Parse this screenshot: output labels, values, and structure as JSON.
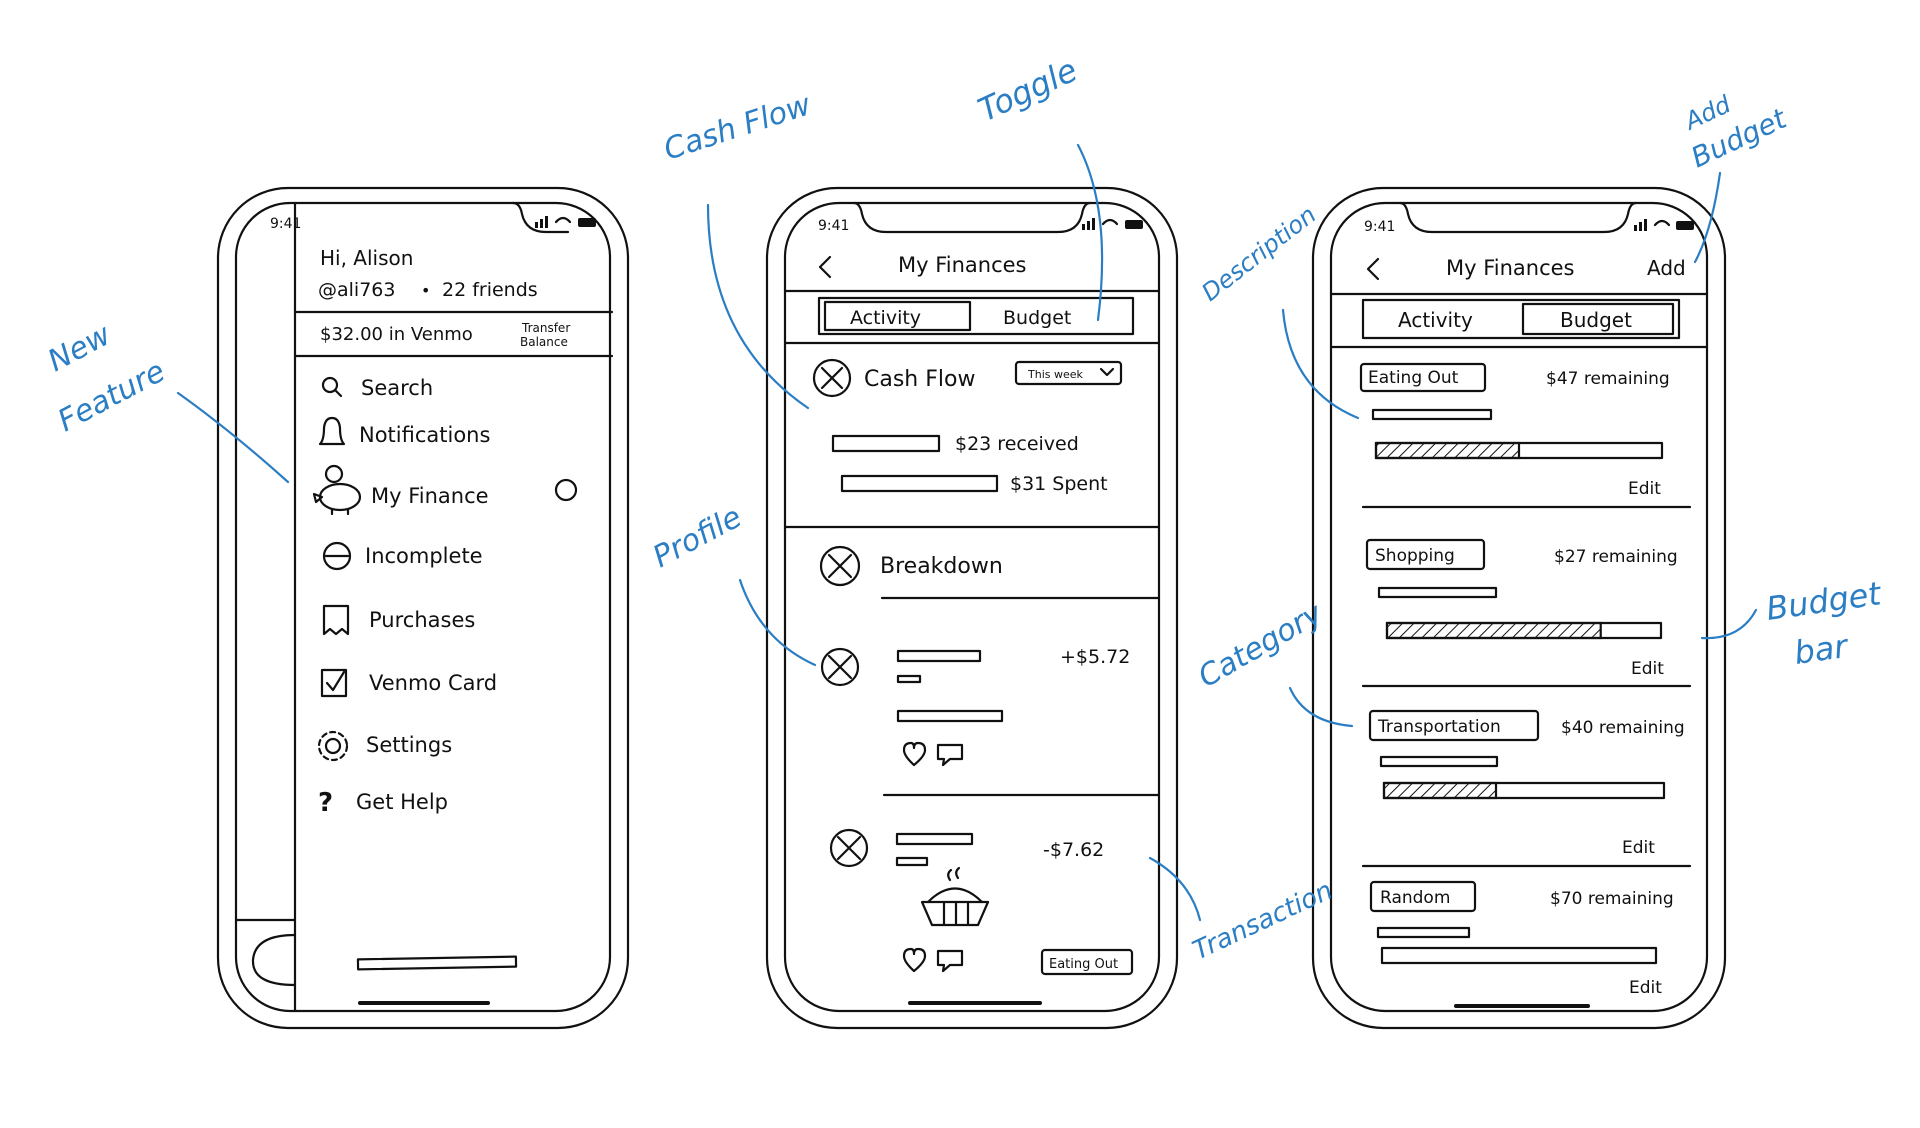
{
  "colors": {
    "ink": "#111111",
    "annotation": "#2b7ec4",
    "background": "#ffffff"
  },
  "phone1": {
    "time": "9:41",
    "greeting": "Hi, Alison",
    "handle": "@ali763",
    "bullet": "•",
    "friends": "22 friends",
    "balance": "$32.00 in Venmo",
    "transfer_line1": "Transfer",
    "transfer_line2": "Balance",
    "menu": [
      {
        "label": "Search",
        "icon": "search-icon"
      },
      {
        "label": "Notifications",
        "icon": "bell-icon"
      },
      {
        "label": "My Finance",
        "icon": "piggy-bank-icon"
      },
      {
        "label": "Incomplete",
        "icon": "minus-circle-icon"
      },
      {
        "label": "Purchases",
        "icon": "receipt-icon"
      },
      {
        "label": "Venmo Card",
        "icon": "card-icon"
      },
      {
        "label": "Settings",
        "icon": "gear-icon"
      },
      {
        "label": "Get Help",
        "icon": "question-icon"
      }
    ]
  },
  "phone2": {
    "time": "9:41",
    "title": "My Finances",
    "tabs": [
      "Activity",
      "Budget"
    ],
    "cash_flow_title": "Cash Flow",
    "period": "This week",
    "received": "$23 received",
    "spent": "$31 Spent",
    "breakdown_title": "Breakdown",
    "transactions": [
      {
        "amount": "+$5.72"
      },
      {
        "amount": "-$7.62",
        "category": "Eating Out",
        "image": "pie-icon"
      }
    ]
  },
  "phone3": {
    "time": "9:41",
    "title": "My Finances",
    "add": "Add",
    "tabs": [
      "Activity",
      "Budget"
    ],
    "edit": "Edit",
    "budgets": [
      {
        "category": "Eating Out",
        "remaining": "$47 remaining",
        "spent_fraction": 0.5
      },
      {
        "category": "Shopping",
        "remaining": "$27 remaining",
        "spent_fraction": 0.78
      },
      {
        "category": "Transportation",
        "remaining": "$40 remaining",
        "spent_fraction": 0.4
      },
      {
        "category": "Random",
        "remaining": "$70 remaining",
        "spent_fraction": 0
      }
    ]
  },
  "annotations": {
    "new_feature_1": "New",
    "new_feature_2": "Feature",
    "cash_flow": "Cash Flow",
    "toggle": "Toggle",
    "profile": "Profile",
    "transaction": "Transaction",
    "add_budget_1": "Add",
    "add_budget_2": "Budget",
    "description": "Description",
    "category": "Category",
    "budget_bar_1": "Budget",
    "budget_bar_2": "bar"
  }
}
